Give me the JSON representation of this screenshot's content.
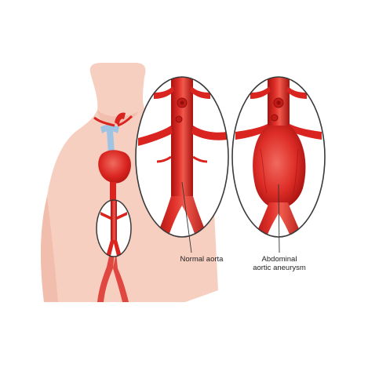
{
  "labels": {
    "normal_aorta": "Normal aorta",
    "aneurysm_line1": "Abdominal",
    "aneurysm_line2": "aortic aneurysm"
  },
  "colors": {
    "background": "#ffffff",
    "skin": "#f7cfc0",
    "skin_shadow": "#efb8a6",
    "artery": "#d9241f",
    "artery_dark": "#a8120f",
    "artery_light": "#f0594c",
    "vein": "#9fc4e3",
    "lens_border": "#3a3a3a",
    "leader_line": "#333333"
  }
}
